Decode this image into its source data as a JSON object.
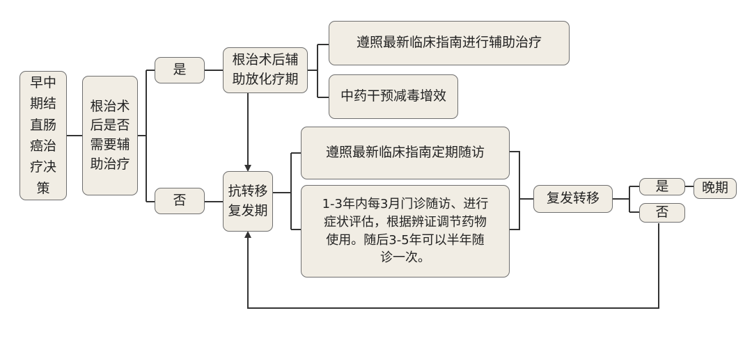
{
  "colors": {
    "node_fill": "#f1ede4",
    "node_border": "#6e6e6e",
    "line": "#333333"
  },
  "nodes": {
    "root": "早中\n期结\n直肠\n癌治\n疗决\n策",
    "decision": "根治术\n后是否\n需要辅\n助治疗",
    "yes_1": "是",
    "no_1": "否",
    "adjuvant_period": "根治术后辅\n助放化疗期",
    "follow_guideline_treatment": "遵照最新临床指南进行辅助治疗",
    "tcm_intervention": "中药干预减毒增效",
    "anti_metastasis_period": "抗转移\n复发期",
    "follow_guideline_visits": "遵照最新临床指南定期随访",
    "visit_schedule": "1-3年内每3月门诊随访、进行\n症状评估，根据辨证调节药物\n使用。随后3-5年可以半年随\n诊一次。",
    "recurrence": "复发转移",
    "yes_2": "是",
    "no_2": "否",
    "late_stage": "晚期"
  }
}
